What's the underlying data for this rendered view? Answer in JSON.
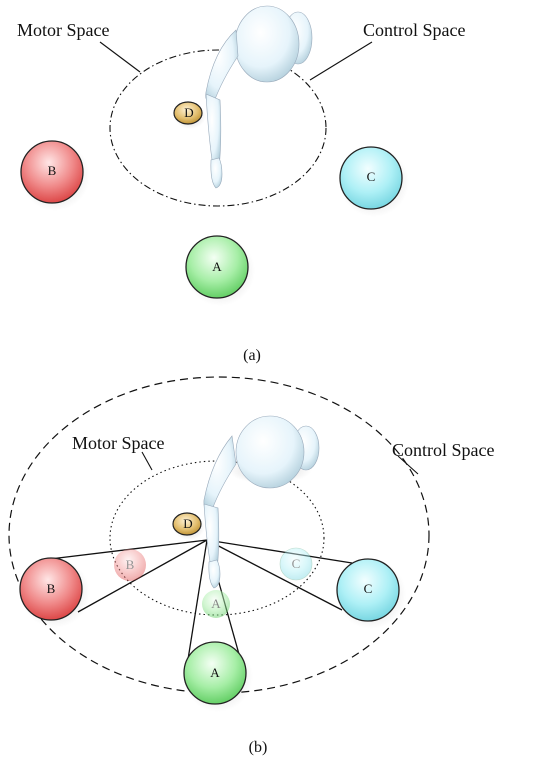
{
  "panel_a": {
    "motor_space_label": "Motor Space",
    "control_space_label": "Control Space",
    "targets": {
      "A": "A",
      "B": "B",
      "C": "C",
      "D": "D"
    },
    "caption": "(a)"
  },
  "panel_b": {
    "motor_space_label": "Motor Space",
    "control_space_label": "Control Space",
    "targets": {
      "A": "A",
      "B": "B",
      "C": "C",
      "D": "D"
    },
    "projections": {
      "A": "A",
      "B": "B",
      "C": "C"
    },
    "caption": "(b)"
  },
  "colors": {
    "target_a": "#7fe07f",
    "target_b": "#ee5a5a",
    "target_c": "#8fe4ee",
    "target_d": "#d8b25a",
    "figure_body": "#e4f3fa"
  }
}
